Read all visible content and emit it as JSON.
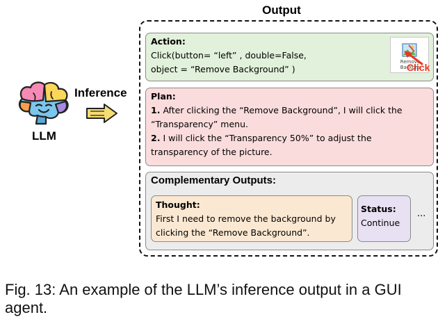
{
  "output_title": "Output",
  "inference_label": "Inference",
  "llm_label": "LLM",
  "action": {
    "heading": "Action:",
    "line1": "Click(button= “left” , double=False,",
    "line2": "object = “Remove Background” )",
    "thumbnail_label": "Remove Backgro",
    "click_label": "Click"
  },
  "plan": {
    "heading": "Plan:",
    "step1_number": "1.",
    "step1_text": "After clicking the “Remove Background”, I will click the “Transparency” menu.",
    "step2_number": "2.",
    "step2_text": "I will click the “Transparency 50%” to adjust the transparency of the picture."
  },
  "complementary": {
    "heading": "Complementary Outputs:",
    "thought_heading": "Thought:",
    "thought_text": "First I need to remove the background by clicking the “Remove Background”.",
    "status_heading": "Status:",
    "status_value": "Continue",
    "more": "..."
  },
  "caption": "Fig. 13: An example of the LLM’s inference output in a GUI agent.",
  "colors": {
    "action_bg": "#e2f1db",
    "plan_bg": "#fbdcdc",
    "complementary_bg": "#ececec",
    "thought_bg": "#fbe8d2",
    "status_bg": "#e8e0f3",
    "arrow_fill": "#f6dc72",
    "click_red": "#e8391c"
  }
}
